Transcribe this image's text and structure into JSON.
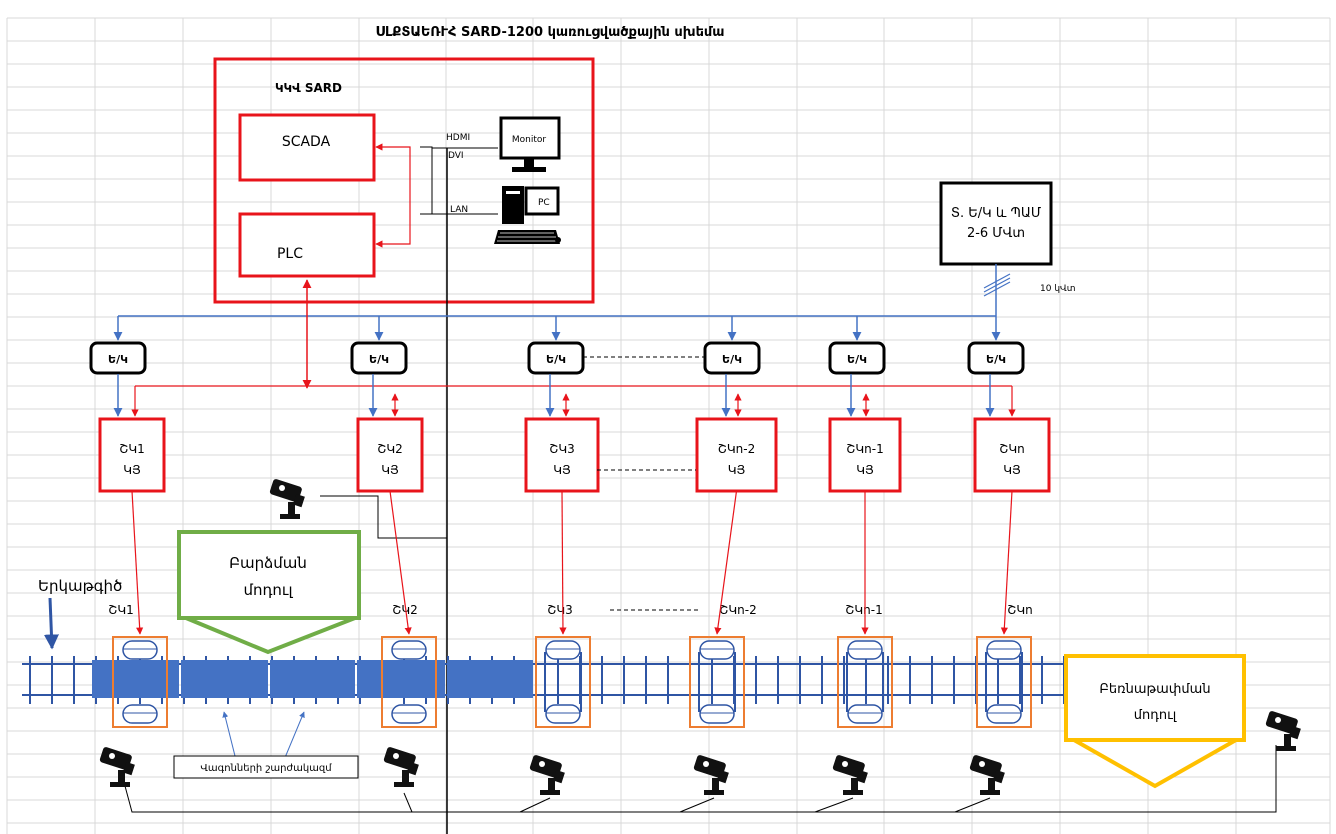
{
  "title": "ՍԼՔՏԱԵՌՒՀ SARD-1200 կառուցվածքային սխեմա",
  "control_room": {
    "label": "ԿԿՎ SARD",
    "scada": "SCADA",
    "plc": "PLC",
    "hdmi": "HDMI",
    "dvi": "DVI",
    "lan": "LAN",
    "monitor": "Monitor",
    "pc": "PC"
  },
  "substation": {
    "line1": "Տ. Ե/Կ և ՊԱՄ",
    "line2": "2-6 ՄՎտ",
    "voltage": "10 կՎտ"
  },
  "power_nodes": [
    "Ե/Կ",
    "Ե/Կ",
    "Ե/Կ",
    "Ե/Կ",
    "Ե/Կ",
    "Ե/Կ"
  ],
  "cabinets": [
    {
      "line1": "ՇԿ1",
      "line2": "ԿՅ"
    },
    {
      "line1": "ՇԿ2",
      "line2": "ԿՅ"
    },
    {
      "line1": "ՇԿ3",
      "line2": "ԿՅ"
    },
    {
      "line1": "ՇԿn-2",
      "line2": "ԿՅ"
    },
    {
      "line1": "ՇԿn-1",
      "line2": "ԿՅ"
    },
    {
      "line1": "ՇԿn",
      "line2": "ԿՅ"
    }
  ],
  "track_labels": [
    "ՇԿ1",
    "ՇԿ2",
    "ՇԿ3",
    "ՇԿn-2",
    "ՇԿn-1",
    "ՇԿn"
  ],
  "loading_module": {
    "line1": "Բարձման",
    "line2": "մոդուլ"
  },
  "unloading_module": {
    "line1": "Բեռնաթափման",
    "line2": "մոդուլ"
  },
  "rail_label": "Երկաթգիծ",
  "wagon_label": "Վագոնների շարժակազմ",
  "colors": {
    "red": "#e8141b",
    "blue": "#4472c4",
    "green": "#70ad47",
    "orange": "#ed7d31",
    "yellow": "#ffc000",
    "black": "#000000"
  }
}
